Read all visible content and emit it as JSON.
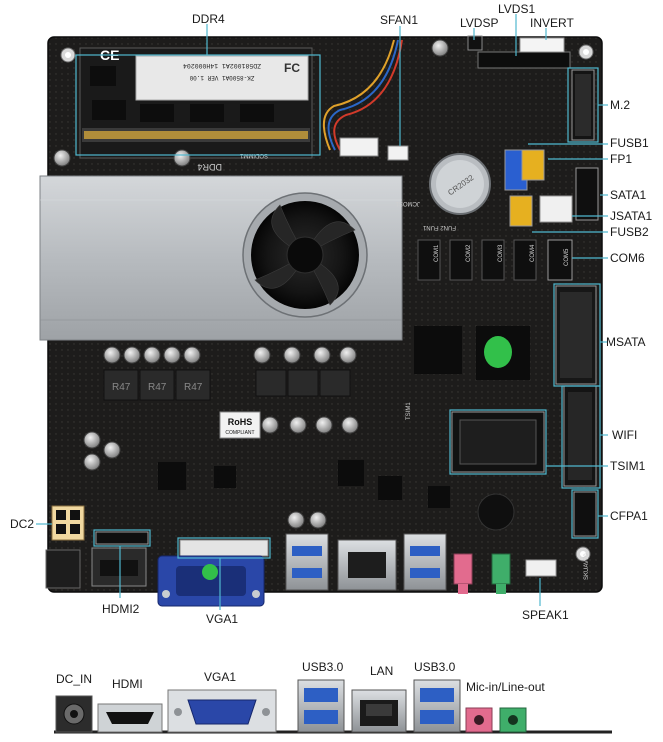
{
  "labels": {
    "ddr4": "DDR4",
    "sfan1": "SFAN1",
    "lvdsp": "LVDSP",
    "lvds1": "LVDS1",
    "invert": "INVERT",
    "m2": "M.2",
    "fusb1": "FUSB1",
    "fp1": "FP1",
    "sata1": "SATA1",
    "jsata1": "JSATA1",
    "fusb2": "FUSB2",
    "com6": "COM6",
    "msata": "MSATA",
    "wifi": "WIFI",
    "tsim1": "TSIM1",
    "cfpa1": "CFPA1",
    "speak1": "SPEAK1",
    "dc2": "DC2",
    "hdmi2": "HDMI2",
    "vga1_top": "VGA1",
    "dc_in": "DC_IN",
    "hdmi": "HDMI",
    "vga1_bottom": "VGA1",
    "usb30_left": "USB3.0",
    "lan": "LAN",
    "usb30_right": "USB3.0",
    "mic_line": "Mic-in/Line-out"
  },
  "board_marks": {
    "ce": "CE",
    "fcc": "FC",
    "ram_sticker_top": "ZD581002A1 14H000204",
    "ram_sticker_model": "ZK-8500A1 VER 1.00",
    "ddr4_silk": "DDR4",
    "sodimm_silk": "SODIMM1",
    "rohs": "RoHS",
    "rohs_sub": "COMPLIANT",
    "com1": "COM1",
    "com2": "COM2",
    "com3": "COM3",
    "com4": "COM4",
    "com5": "COM5",
    "tsim_silk": "TSIM1",
    "model_side": "SKUAV70",
    "jcmos": "JCMOS1",
    "fun_silk": "FUN2 FUN1",
    "chip_id": "R47"
  },
  "colors": {
    "pcb": "#1b1a19",
    "heatsink": "#bfc3c6",
    "callout": "#4fb8cf",
    "vga_port": "#2a47a8",
    "usb_blue": "#2d5fc4",
    "audio_pink": "#e26b8e",
    "audio_green": "#3fae6a",
    "io_plate": "#2a2a2a"
  }
}
